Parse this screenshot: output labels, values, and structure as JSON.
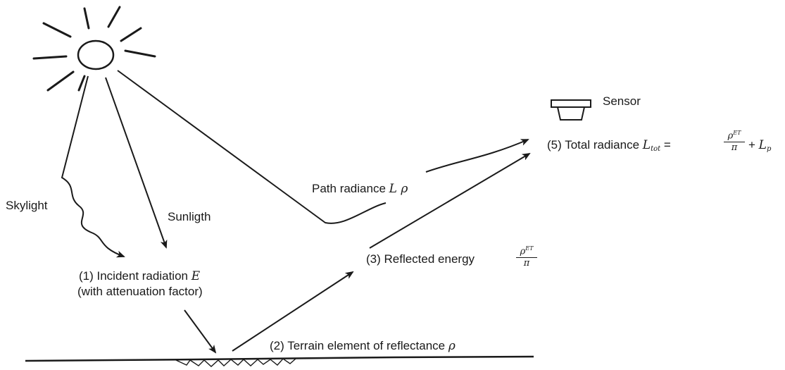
{
  "labels": {
    "sensor": "Sensor",
    "skylight": "Skylight",
    "sunlight": "Sunligth",
    "path_radiance": "Path radiance",
    "path_symbol": "L ρ",
    "incident_line1": "(1)  Incident radiation",
    "incident_symbol": "E",
    "incident_line2": "(with attenuation  factor)",
    "terrain": "(2) Terrain element  of reflectance",
    "terrain_symbol": "ρ",
    "reflected": "(3) Reflected  energy",
    "total": "(5) Total radiance",
    "total_symbol": "L",
    "total_sub": "tot",
    "equals": "=",
    "plus": "+",
    "plus_symbol": "L",
    "plus_sub": "p"
  },
  "fraction": {
    "numerator": "ρ",
    "superscript": "ET",
    "denominator": "π"
  },
  "colors": {
    "ink": "#1a1a1a",
    "background": "#ffffff"
  }
}
